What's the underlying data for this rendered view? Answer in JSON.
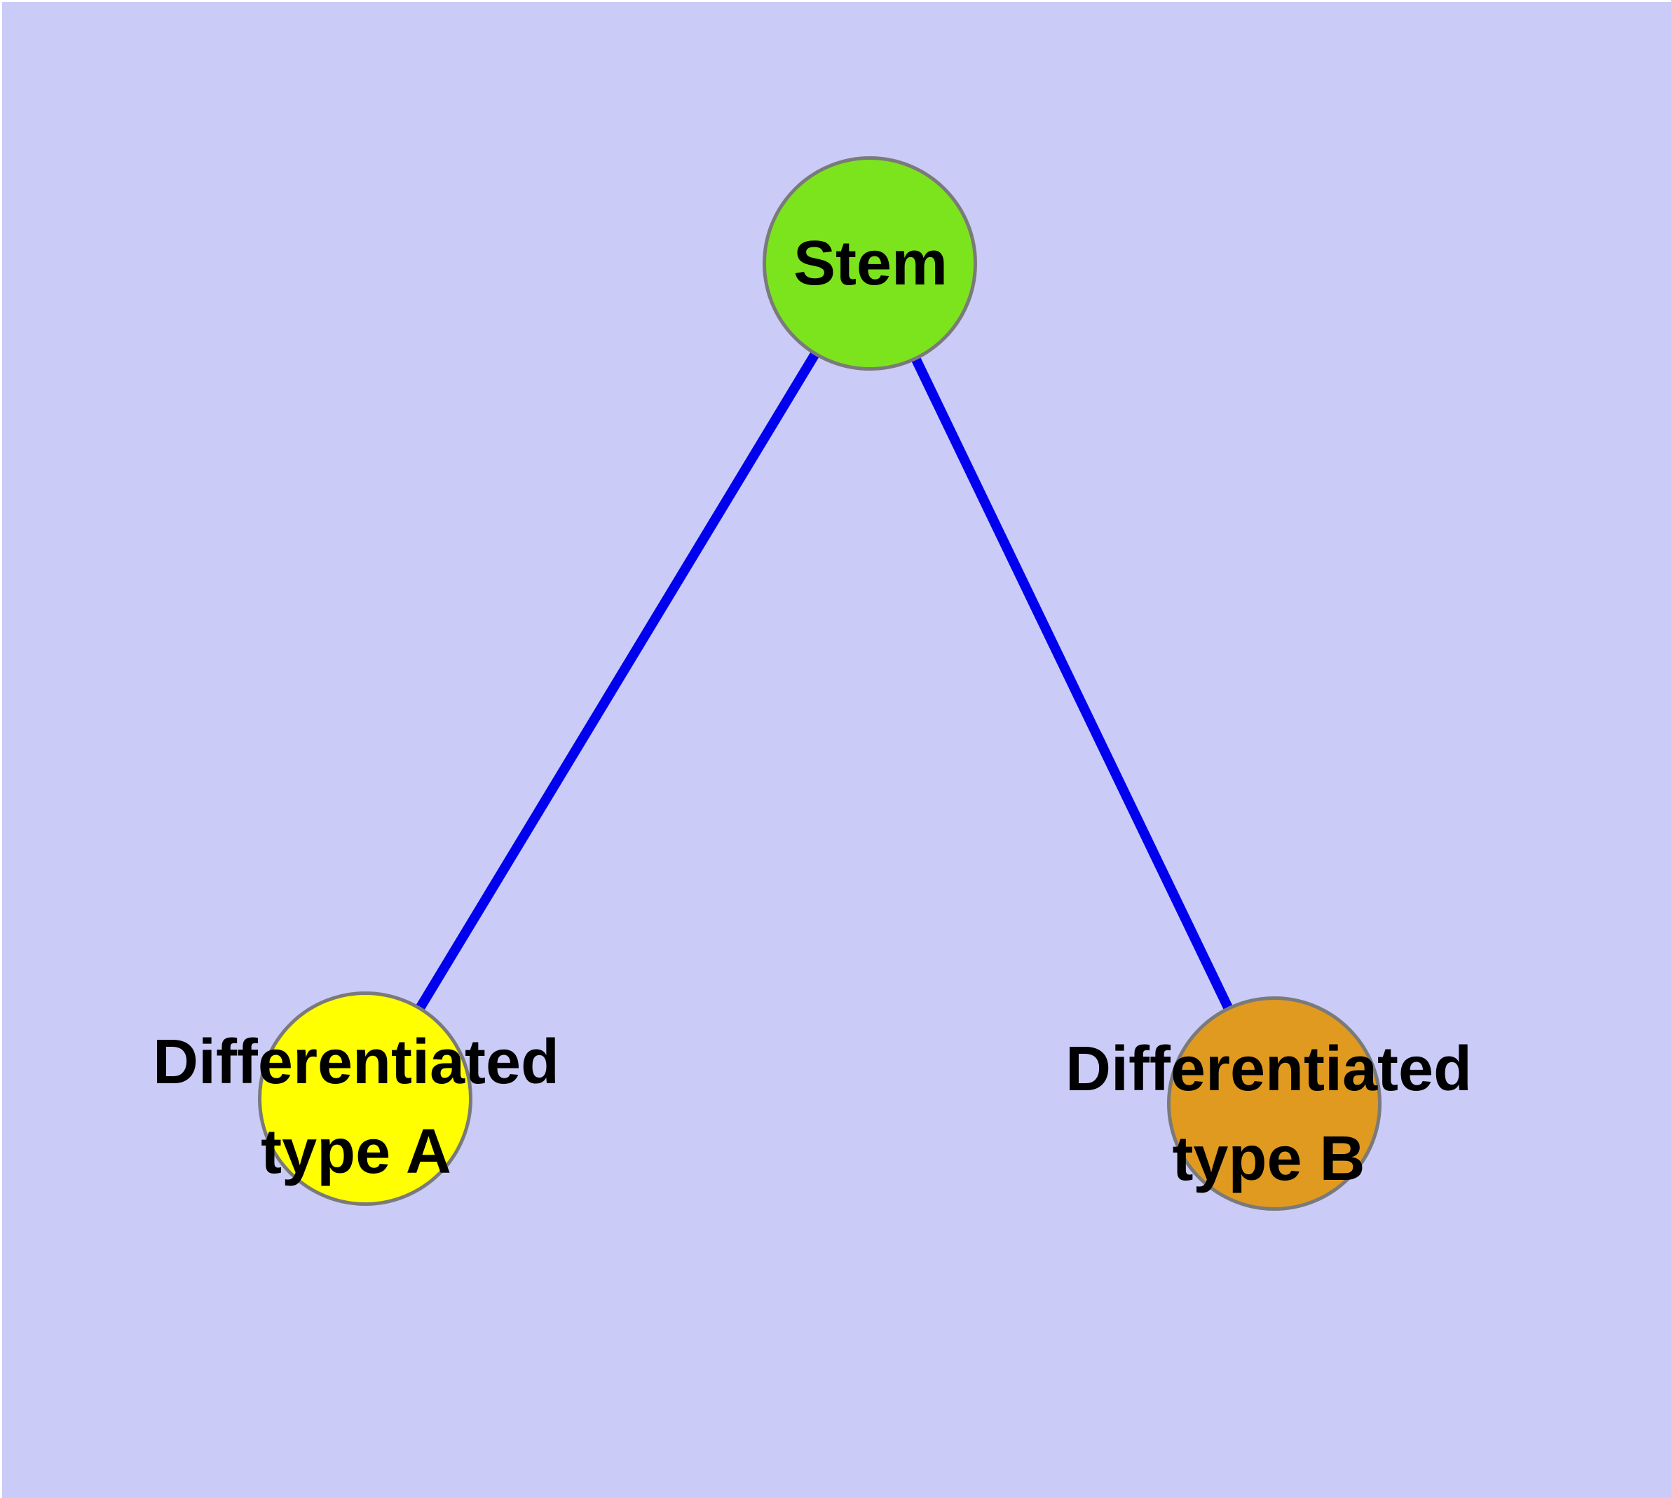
{
  "diagram": {
    "type": "graph",
    "description": "Stem cell differentiation graph: a stem node linked to two differentiated cell type nodes",
    "nodes": [
      {
        "id": "stem",
        "label": "Stem",
        "fill": "#7CE41C",
        "shape": "circle"
      },
      {
        "id": "typeA",
        "label": "Differentiated\ntype A",
        "fill": "#FFFF00",
        "shape": "circle"
      },
      {
        "id": "typeB",
        "label": "Differentiated\ntype B",
        "fill": "#E09A1F",
        "shape": "circle"
      }
    ],
    "edges": [
      {
        "from": "Stem",
        "to": "Differentiated type A"
      },
      {
        "from": "Stem",
        "to": "Differentiated type B"
      }
    ]
  },
  "colors": {
    "background": "#CBCBF7",
    "frame": "#FFFFFF",
    "edge": "#0000EE",
    "node_border": "#7A7A7A",
    "label_text": "#000000"
  }
}
